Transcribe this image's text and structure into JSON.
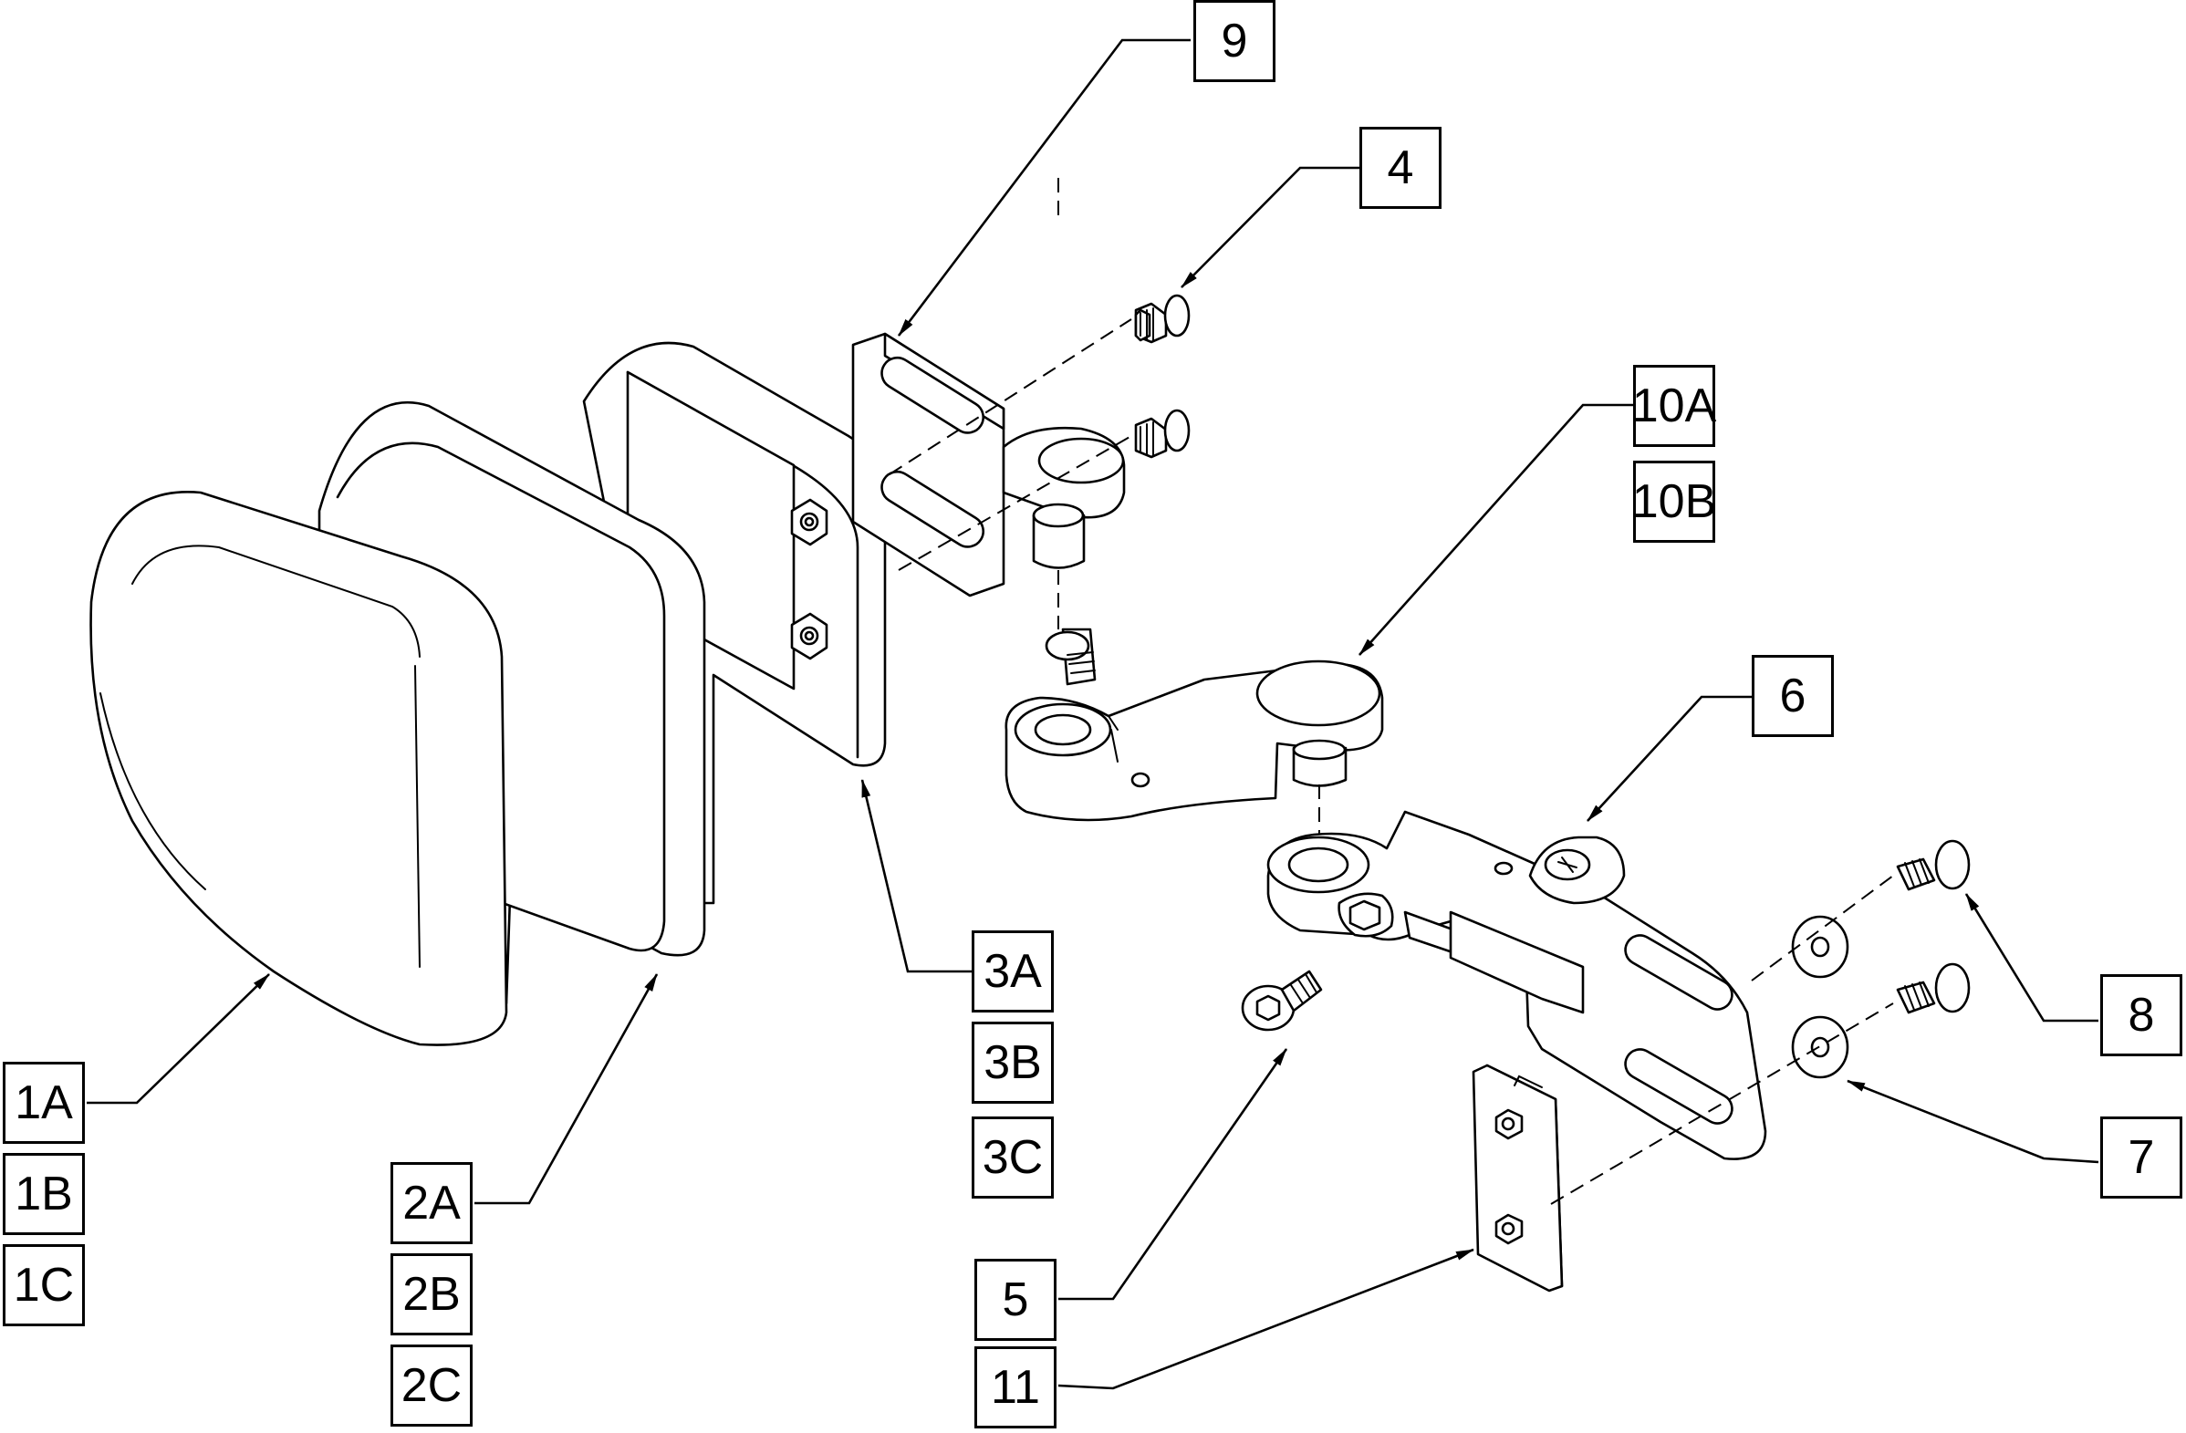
{
  "callouts": {
    "c1A": "1A",
    "c1B": "1B",
    "c1C": "1C",
    "c2A": "2A",
    "c2B": "2B",
    "c2C": "2C",
    "c3A": "3A",
    "c3B": "3B",
    "c3C": "3C",
    "c4": "4",
    "c5": "5",
    "c6": "6",
    "c7": "7",
    "c8": "8",
    "c9": "9",
    "c10A": "10A",
    "c10B": "10B",
    "c11": "11"
  }
}
